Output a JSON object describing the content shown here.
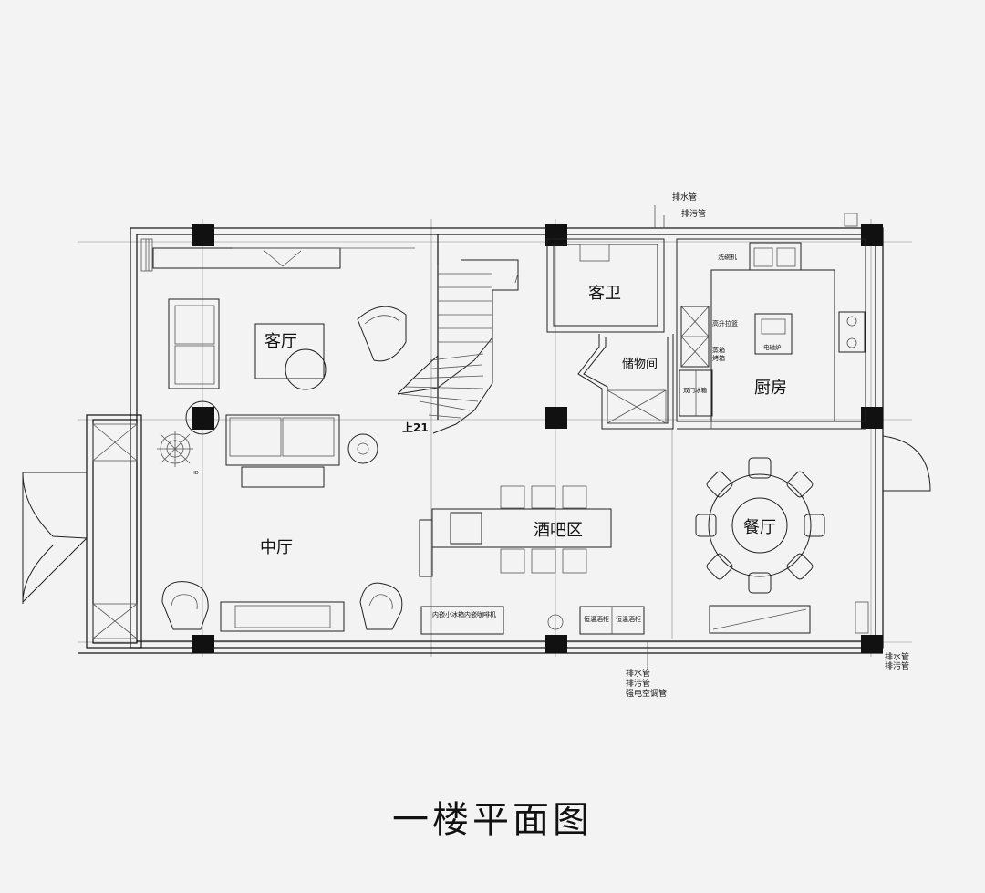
{
  "title": "一楼平面图",
  "rooms": {
    "living": "客厅",
    "guest_bath": "客卫",
    "storage": "储物间",
    "kitchen": "厨房",
    "middle_hall": "中厅",
    "bar": "酒吧区",
    "dining": "餐厅"
  },
  "stair_label": "上21",
  "kitchen_labels": {
    "dishwasher": "洗碗机",
    "lift_basket": "高升拉篮",
    "steamer": "蒸箱",
    "oven": "烤箱",
    "fridge": "双门冰箱",
    "induction": "电磁炉"
  },
  "bar_cabinets": {
    "built_in": "内嵌小冰箱内嵌咖啡机",
    "wine1": "恒温酒柜",
    "wine2": "恒温酒柜"
  },
  "pipes": {
    "top_drain": "排水管",
    "top_sewage": "排污管",
    "bottom_drain": "排水管",
    "bottom_sewage": "排污管",
    "bottom_conduit": "强电空调管",
    "right_drain": "排水管",
    "right_sewage": "排污管"
  },
  "misc": {
    "plant_tag": "HD"
  }
}
